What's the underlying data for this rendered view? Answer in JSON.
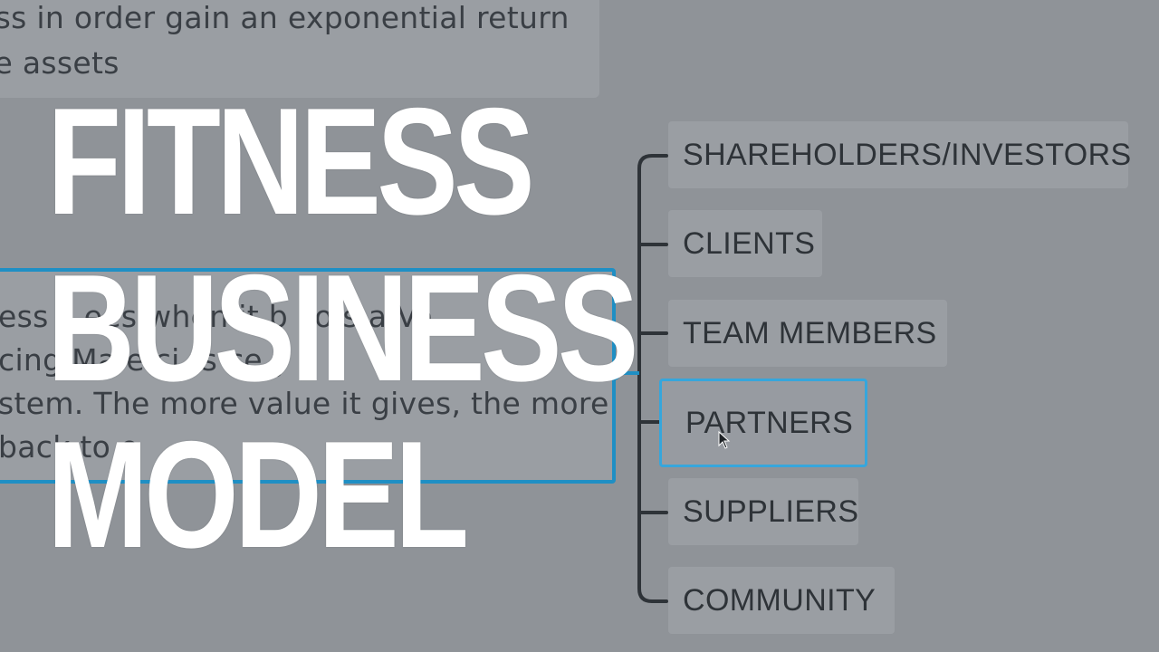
{
  "top_card": {
    "lines": [
      "ess in order gain an exponential return",
      "se assets"
    ]
  },
  "middle_card": {
    "lines": [
      "ess s     ees when it b     co     s a   Va",
      "cing Ma   e     ci  ts      ce  y",
      "stem. The more value it gives, the more",
      "  back to    o"
    ]
  },
  "mind_map": {
    "nodes": [
      {
        "label": "SHAREHOLDERS/INVESTORS",
        "selected": false
      },
      {
        "label": "CLIENTS",
        "selected": false
      },
      {
        "label": "TEAM MEMBERS",
        "selected": false
      },
      {
        "label": "PARTNERS",
        "selected": true
      },
      {
        "label": "SUPPLIERS",
        "selected": false
      },
      {
        "label": "COMMUNITY",
        "selected": false
      }
    ],
    "accent_color": "#1f8fc4"
  },
  "title": {
    "lines": [
      "FITNESS",
      "BUSINESS",
      "MODEL"
    ]
  }
}
